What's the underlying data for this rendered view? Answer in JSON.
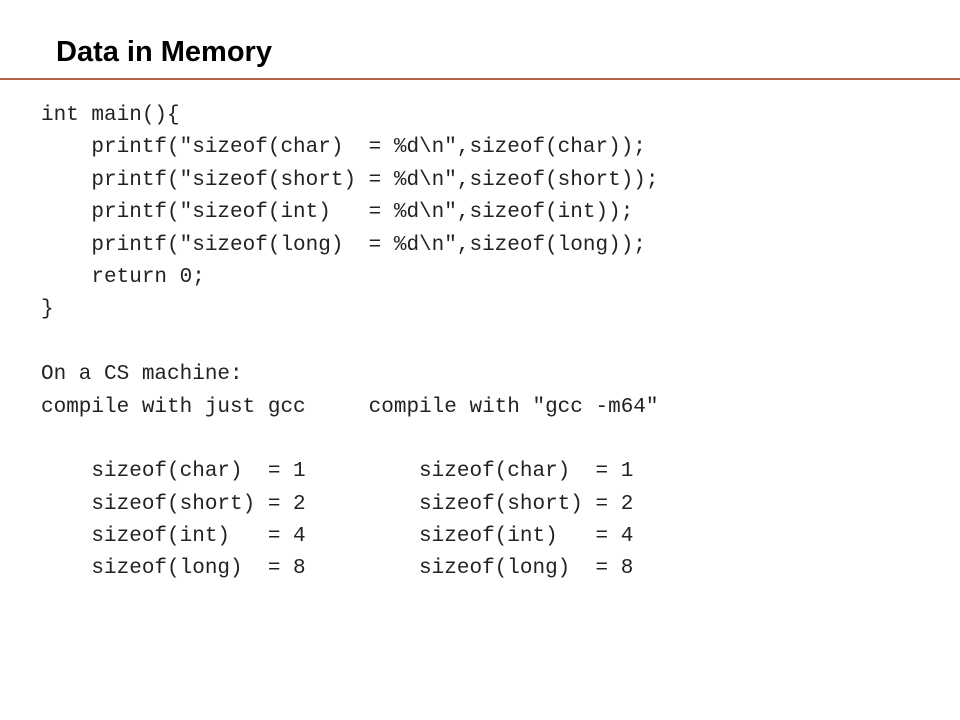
{
  "slide": {
    "title": "Data in Memory",
    "accent_color": "#b5624a"
  },
  "code_lines": [
    "int main(){",
    "    printf(\"sizeof(char)  = %d\\n\",sizeof(char));",
    "    printf(\"sizeof(short) = %d\\n\",sizeof(short));",
    "    printf(\"sizeof(int)   = %d\\n\",sizeof(int));",
    "    printf(\"sizeof(long)  = %d\\n\",sizeof(long));",
    "    return 0;",
    "}",
    "",
    "On a CS machine:",
    "compile with just gcc     compile with \"gcc -m64\"",
    "",
    "    sizeof(char)  = 1         sizeof(char)  = 1",
    "    sizeof(short) = 2         sizeof(short) = 2",
    "    sizeof(int)   = 4         sizeof(int)   = 4",
    "    sizeof(long)  = 8         sizeof(long)  = 8"
  ]
}
